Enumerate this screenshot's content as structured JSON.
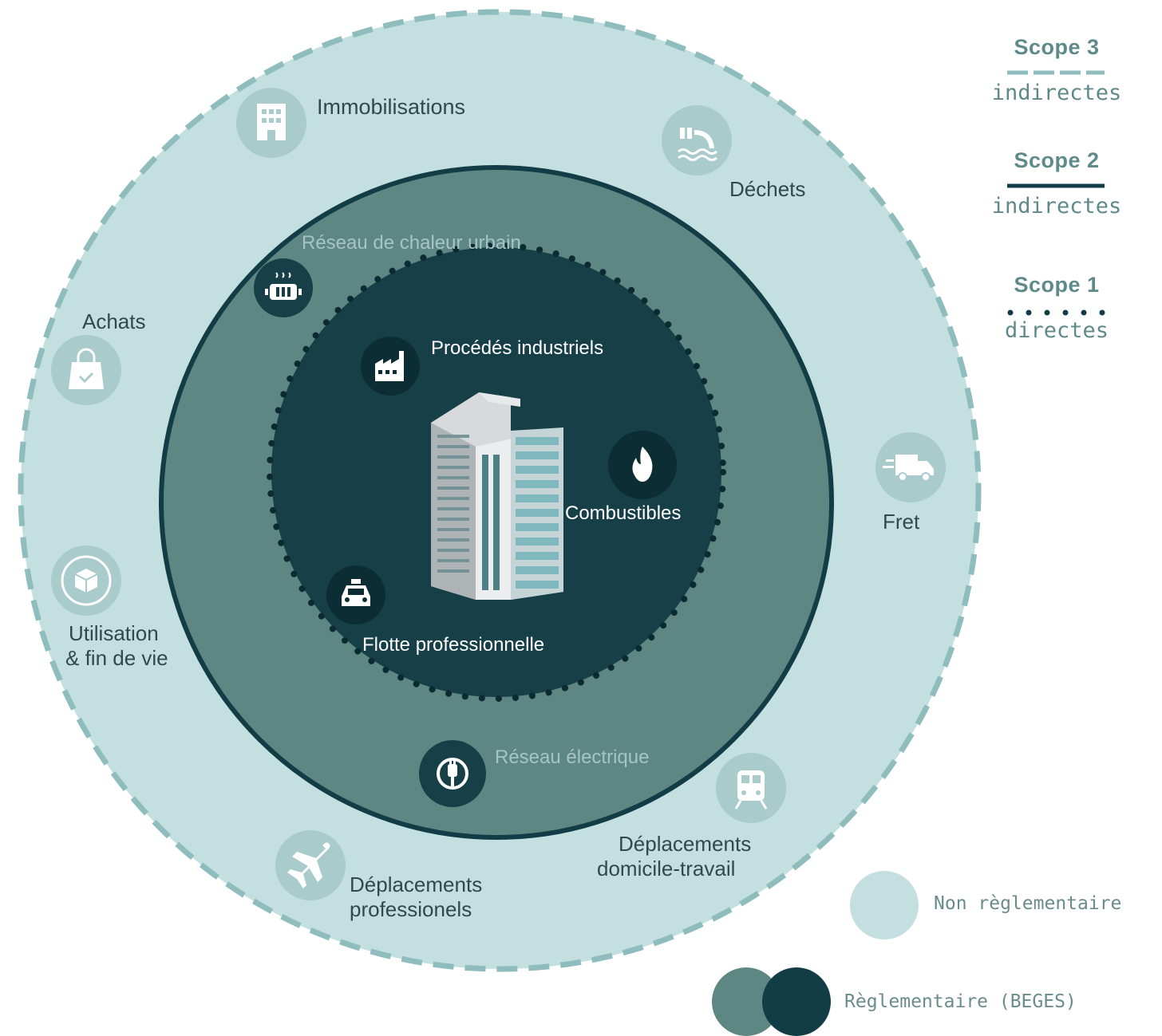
{
  "diagram": {
    "scope3": {
      "label": "Non règlementaire",
      "items": {
        "immobilisations": "Immobilisations",
        "dechets": "Déchets",
        "achats": "Achats",
        "fret": "Fret",
        "utilisation_l1": "Utilisation",
        "utilisation_l2": "& fin de vie",
        "dep_pro_l1": "Déplacements",
        "dep_pro_l2": "professionels",
        "dep_dom_l1": "Déplacements",
        "dep_dom_l2": "domicile-travail"
      }
    },
    "scope2": {
      "items": {
        "chaleur": "Réseau de chaleur urbain",
        "electrique": "Réseau électrique"
      }
    },
    "scope1": {
      "items": {
        "procedes": "Procédés industriels",
        "combustibles": "Combustibles",
        "flotte": "Flotte professionnelle"
      }
    }
  },
  "legend": {
    "scope3": {
      "title": "Scope 3",
      "sub": "indirectes"
    },
    "scope2": {
      "title": "Scope 2",
      "sub": "indirectes"
    },
    "scope1": {
      "title": "Scope 1",
      "sub": "directes"
    },
    "non_reglementaire": "Non règlementaire",
    "reglementaire": "Règlementaire (BEGES)"
  },
  "colors": {
    "outer": "#c3dfdf",
    "middle": "#5e8784",
    "inner": "#163f48",
    "dark_line": "#123c46",
    "dash": "#8fbcbd"
  },
  "icons": [
    "building-icon",
    "waste-icon",
    "radiator-icon",
    "shopping-bag-icon",
    "factory-icon",
    "flame-icon",
    "truck-icon",
    "box-recycle-icon",
    "taxi-icon",
    "plug-icon",
    "train-icon",
    "airplane-icon",
    "skyscraper-icon"
  ]
}
